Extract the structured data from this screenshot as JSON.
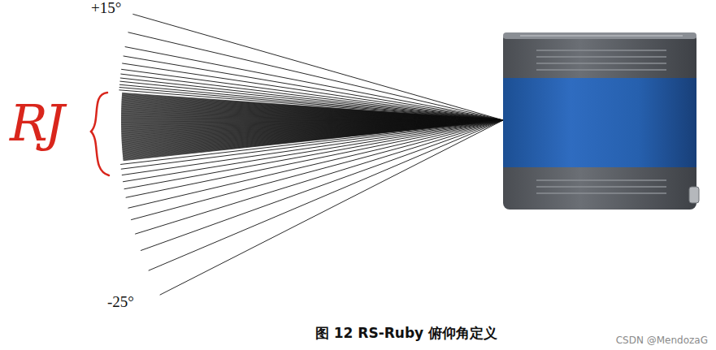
{
  "diagram": {
    "caption": "图 12 RS-Ruby 俯仰角定义",
    "labels": [
      "+15°",
      "-25°",
      "RJ",
      "CSDN @MendozaG"
    ]
  }
}
